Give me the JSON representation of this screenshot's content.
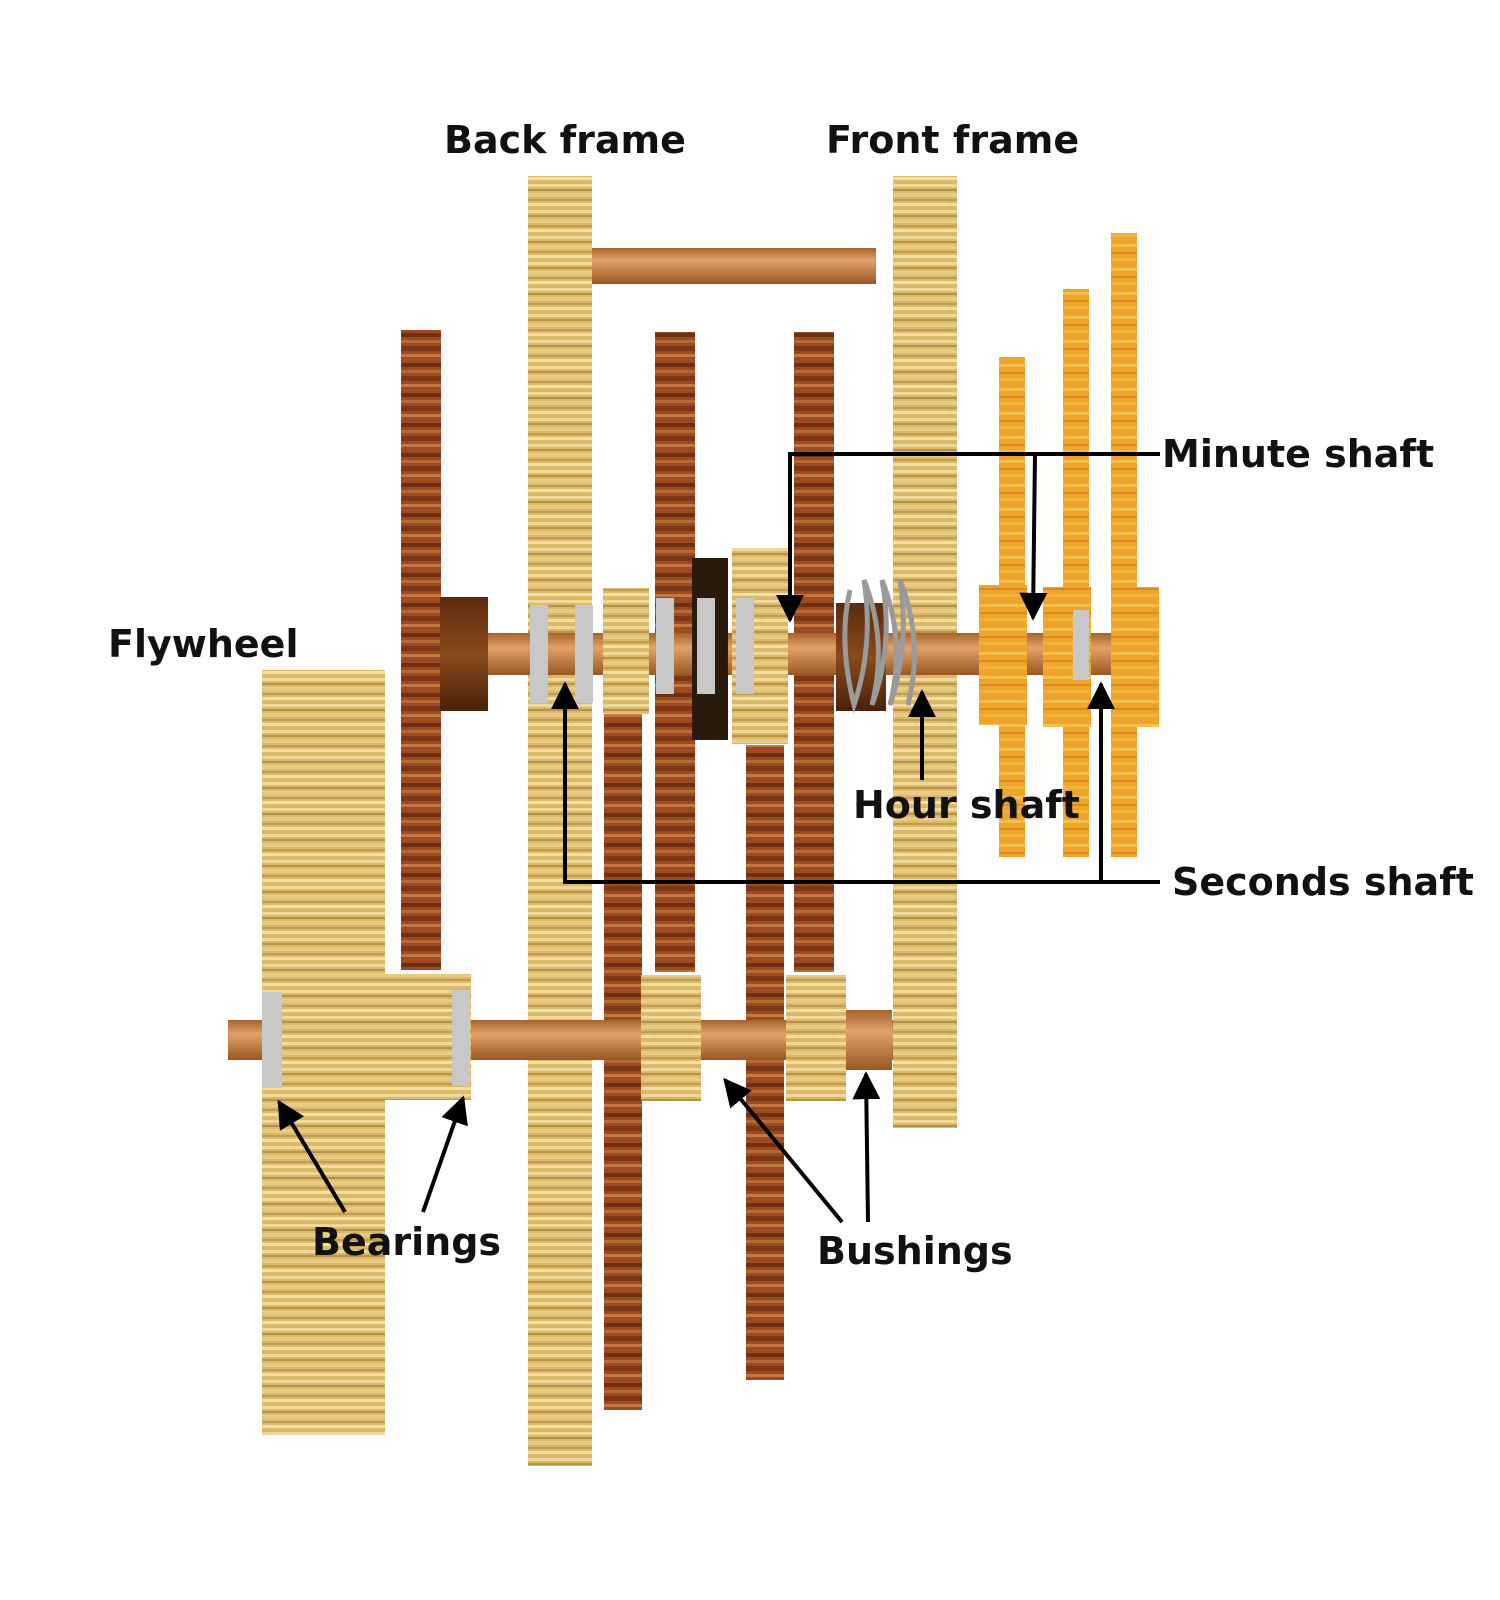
{
  "labels": {
    "back_frame": "Back frame",
    "front_frame": "Front frame",
    "flywheel": "Flywheel",
    "minute_shaft": "Minute shaft",
    "hour_shaft": "Hour shaft",
    "seconds_shaft": "Seconds shaft",
    "bearings": "Bearings",
    "bushings": "Bushings"
  },
  "colors": {
    "light_wood": "#d9b567",
    "dark_wood": "#97481e",
    "orange_hand": "#efa52a",
    "shaft": "#c98343",
    "bearing": "#c8c8c8",
    "line": "#000000"
  }
}
